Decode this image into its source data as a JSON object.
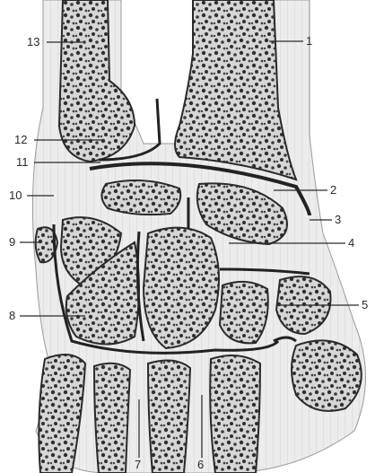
{
  "diagram": {
    "labels": [
      {
        "id": "13",
        "text": "13"
      },
      {
        "id": "1",
        "text": "1"
      },
      {
        "id": "12",
        "text": "12"
      },
      {
        "id": "11",
        "text": "11"
      },
      {
        "id": "2",
        "text": "2"
      },
      {
        "id": "10",
        "text": "10"
      },
      {
        "id": "3",
        "text": "3"
      },
      {
        "id": "9",
        "text": "9"
      },
      {
        "id": "4",
        "text": "4"
      },
      {
        "id": "5",
        "text": "5"
      },
      {
        "id": "8",
        "text": "8"
      },
      {
        "id": "7",
        "text": "7"
      },
      {
        "id": "6",
        "text": "6"
      }
    ],
    "colors": {
      "ink": "#2a2a2a",
      "soft_tissue": "#e9e9e9",
      "bone": "#cfcfcf",
      "background": "#ffffff"
    }
  }
}
